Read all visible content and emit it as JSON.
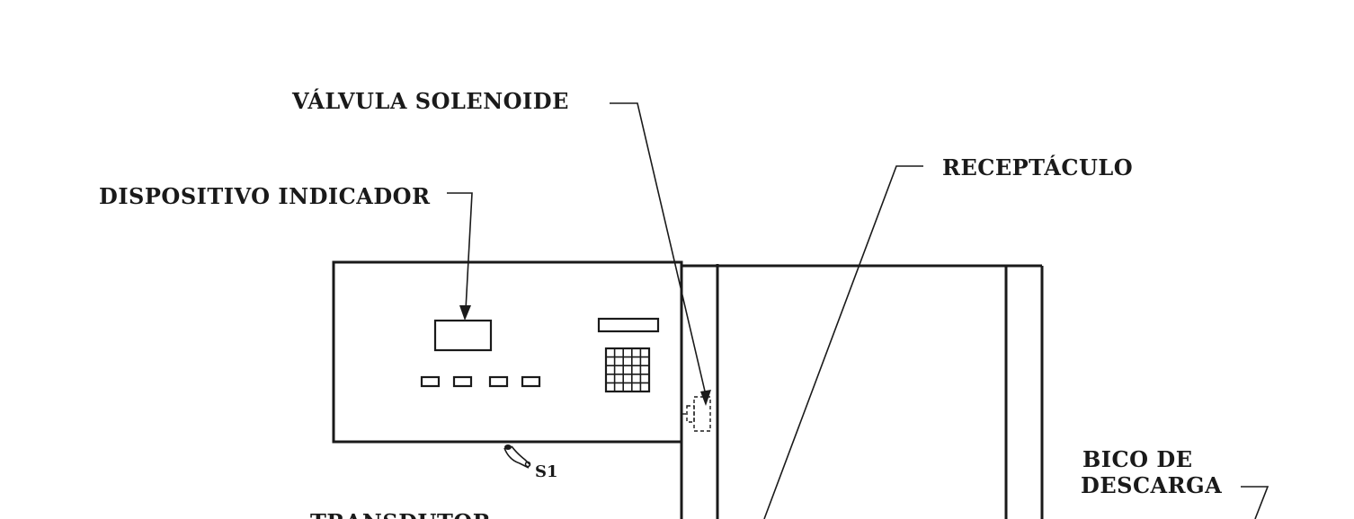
{
  "labels": {
    "solenoid_valve": "VÁLVULA SOLENOIDE",
    "receptacle": "RECEPTÁCULO",
    "indicator_device": "DISPOSITIVO INDICADOR",
    "discharge_nozzle_line1": "BICO DE",
    "discharge_nozzle_line2": "DESCARGA",
    "s1": "S1",
    "transducer": "TRANSDUTOR"
  }
}
